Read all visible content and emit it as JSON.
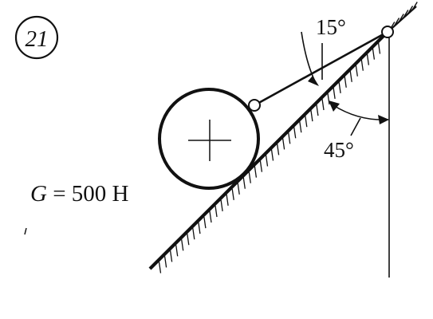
{
  "problem": {
    "number": "21"
  },
  "given": {
    "symbol": "G",
    "relation": " = 500 H"
  },
  "angles": {
    "upper": "15°",
    "lower": "45°"
  },
  "colors": {
    "ink": "#111111",
    "background": "#ffffff"
  }
}
